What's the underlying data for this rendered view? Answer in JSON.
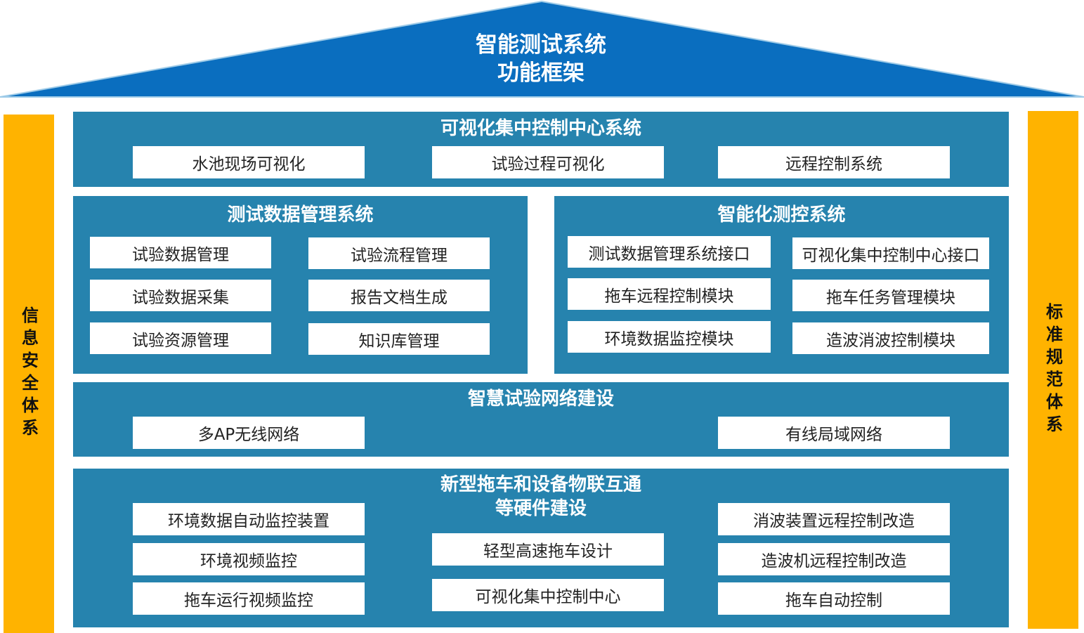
{
  "roof": {
    "title_line1": "智能测试系统",
    "title_line2": "功能框架",
    "color": "#0a6ebf"
  },
  "side_left": "信息安全体系",
  "side_right": "标准规范体系",
  "visual_center": {
    "title": "可视化集中控制中心系统",
    "items": [
      "水池现场可视化",
      "试验过程可视化",
      "远程控制系统"
    ]
  },
  "data_mgmt": {
    "title": "测试数据管理系统",
    "items": [
      "试验数据管理",
      "试验流程管理",
      "试验数据采集",
      "报告文档生成",
      "试验资源管理",
      "知识库管理"
    ]
  },
  "smart_control": {
    "title": "智能化测控系统",
    "items": [
      "测试数据管理系统接口",
      "可视化集中控制中心接口",
      "拖车远程控制模块",
      "拖车任务管理模块",
      "环境数据监控模块",
      "造波消波控制模块"
    ]
  },
  "network": {
    "title": "智慧试验网络建设",
    "items": [
      "多AP无线网络",
      "有线局域网络"
    ]
  },
  "hardware": {
    "title_line1": "新型拖车和设备物联互通",
    "title_line2": "等硬件建设",
    "left": [
      "环境数据自动监控装置",
      "环境视频监控",
      "拖车运行视频监控"
    ],
    "center": [
      "轻型高速拖车设计",
      "可视化集中控制中心"
    ],
    "right": [
      "消波装置远程控制改造",
      "造波机远程控制改造",
      "拖车自动控制"
    ]
  },
  "colors": {
    "panel": "#2683ae",
    "side": "#ffb300",
    "roof": "#0a6ebf"
  }
}
